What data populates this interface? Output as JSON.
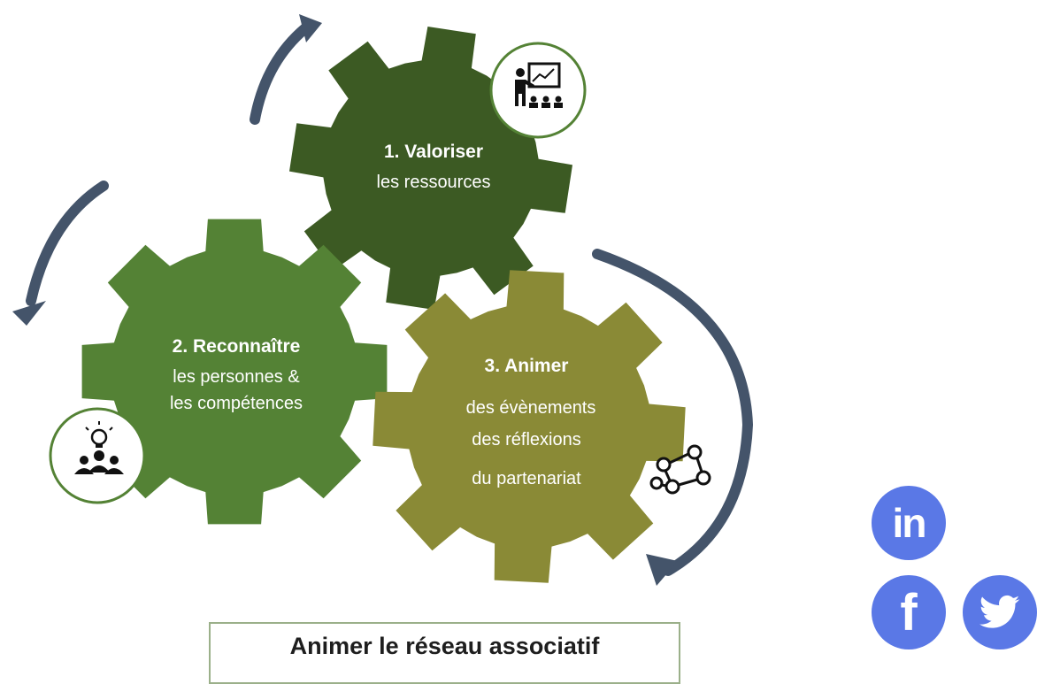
{
  "steps": [
    {
      "title": "1. Valoriser",
      "lines": [
        "les ressources"
      ],
      "color": "#3c5a23",
      "icon": "teacher-presentation-icon"
    },
    {
      "title": "2. Reconnaître",
      "lines": [
        "les personnes &",
        "les compétences"
      ],
      "color": "#548235",
      "icon": "idea-team-icon"
    },
    {
      "title": "3. Animer",
      "lines": [
        "des évènements",
        "des réflexions",
        "du partenariat"
      ],
      "color": "#8a8a36",
      "icon": "network-people-icon"
    }
  ],
  "caption": "Animer le réseau associatif",
  "social": {
    "linkedin": {
      "label": "in",
      "icon": "linkedin-icon"
    },
    "facebook": {
      "label": "f",
      "icon": "facebook-icon"
    },
    "twitter": {
      "label": "",
      "icon": "twitter-icon"
    }
  },
  "colors": {
    "arrow": "#44546a",
    "social": "#5a78e6",
    "icon_ring": "#548235"
  }
}
